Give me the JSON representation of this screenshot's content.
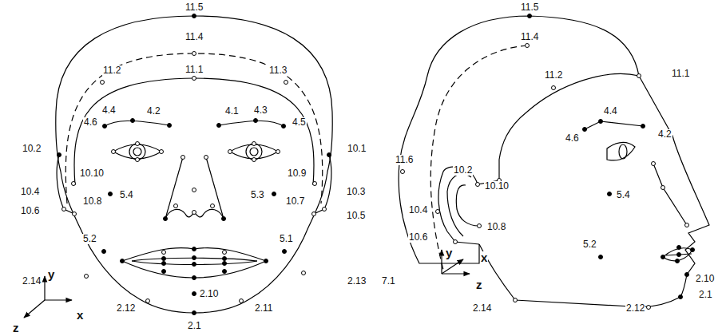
{
  "diagram": {
    "labels": [
      "11.5",
      "11.4",
      "11.2",
      "11.1",
      "11.3",
      "4.4",
      "4.2",
      "4.1",
      "4.3",
      "4.6",
      "4.5",
      "10.2",
      "10.1",
      "10.10",
      "10.9",
      "10.4",
      "5.4",
      "5.3",
      "10.3",
      "10.8",
      "10.7",
      "10.6",
      "10.5",
      "5.2",
      "5.1",
      "2.14",
      "2.13",
      "2.10",
      "2.12",
      "2.11",
      "2.1",
      "y",
      "x",
      "z",
      "11.5",
      "11.4",
      "11.2",
      "11.1",
      "11.6",
      "4.4",
      "4.6",
      "4.2",
      "10.2",
      "10.10",
      "5.4",
      "10.4",
      "10.8",
      "10.6",
      "5.2",
      "y",
      "x",
      "7.1",
      "z",
      "2.10",
      "2.1",
      "2.14",
      "2.12"
    ]
  }
}
